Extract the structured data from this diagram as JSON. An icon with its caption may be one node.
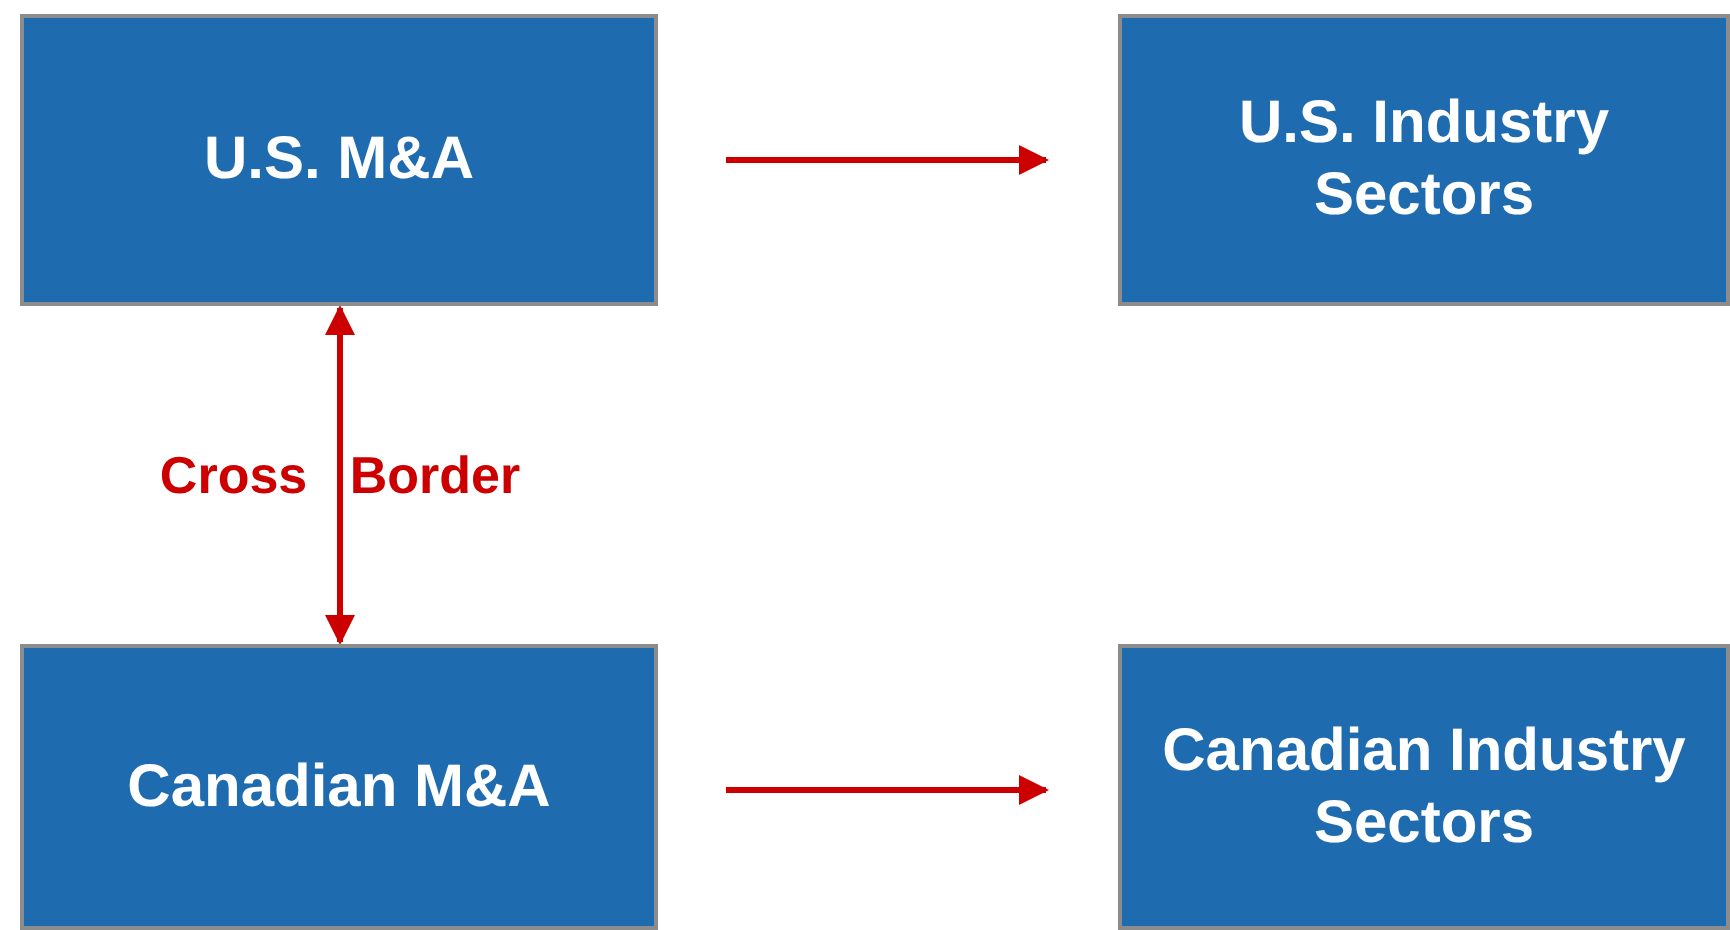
{
  "diagram": {
    "nodes": [
      {
        "text": [
          "U.S. M&A"
        ]
      },
      {
        "text": [
          "U.S. Industry Sectors"
        ]
      },
      {
        "text": [
          "Canadian M&A"
        ]
      },
      {
        "text": [
          "Canadian Industry Sectors"
        ]
      }
    ],
    "edges": [
      {
        "from": 0,
        "to": 1,
        "arrow": "to"
      },
      {
        "from": 0,
        "to": 2,
        "arrow": "both",
        "label": "Cross Border"
      },
      {
        "from": 2,
        "to": 3,
        "arrow": "to"
      }
    ]
  }
}
